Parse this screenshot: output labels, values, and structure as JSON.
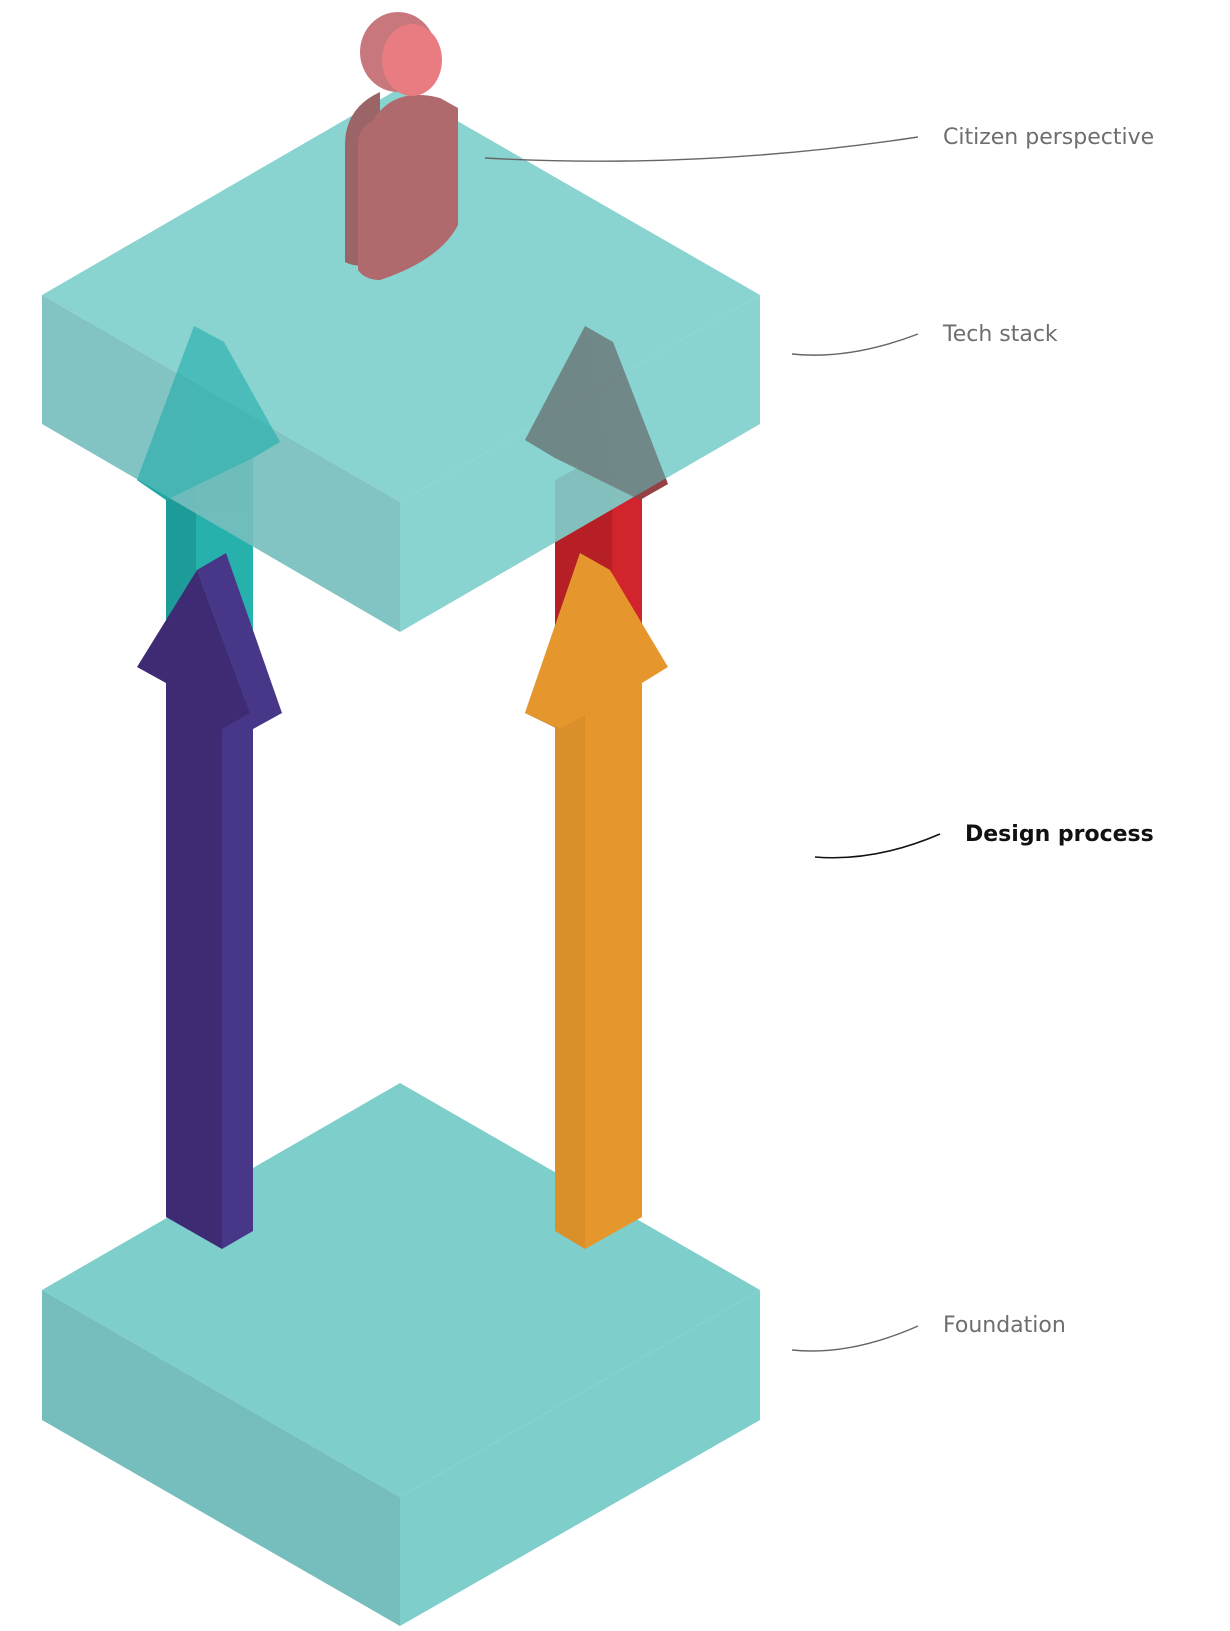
{
  "labels": {
    "citizen": "Citizen perspective",
    "tech": "Tech stack",
    "design": "Design process",
    "foundation": "Foundation"
  },
  "colors": {
    "platform_top": "#7ecfcc",
    "platform_left": "#76bebd",
    "platform_right": "#7ecfcc",
    "teal_arrow": "#26b1ad",
    "red_arrow": "#d2242c",
    "purple_arrow": "#433184",
    "orange_arrow": "#e5972d",
    "person": "#e87c81",
    "label_text": "#6e6e6e",
    "bold_text": "#111111"
  },
  "icons": {
    "person": "person-icon",
    "arrows": [
      "up-arrow-icon"
    ]
  }
}
